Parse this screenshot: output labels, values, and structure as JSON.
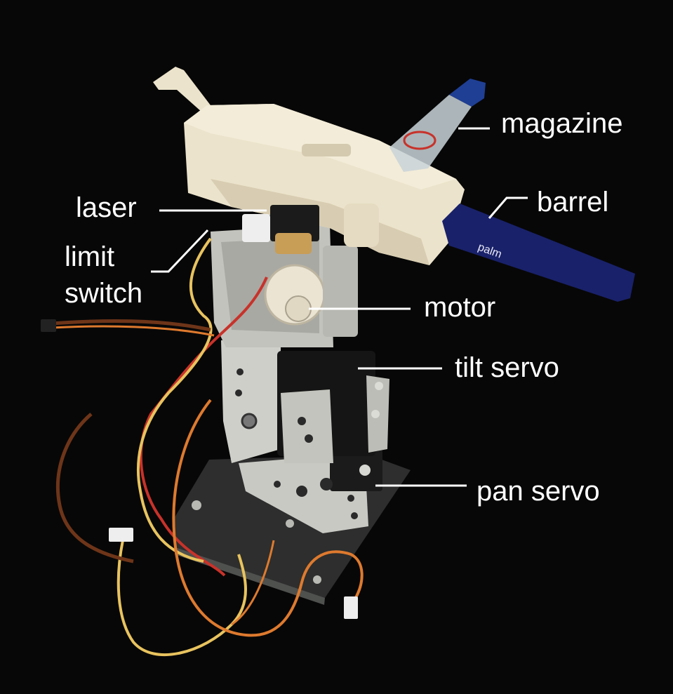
{
  "labels": {
    "magazine": "magazine",
    "barrel": "barrel",
    "laser": "laser",
    "limit_switch_line1": "limit",
    "limit_switch_line2": "switch",
    "motor": "motor",
    "tilt_servo": "tilt servo",
    "pan_servo": "pan servo"
  },
  "barrel_print": "palm",
  "colors": {
    "background": "#070707",
    "label_text": "#ffffff",
    "leader_line": "#ffffff",
    "housing": "#ece3cc",
    "aluminum": "#c9c9c4",
    "servo_body": "#151515",
    "acrylic_base": "#8f948f",
    "barrel": "#19216a",
    "magazine_cap": "#1f3f95",
    "wire_red": "#c8322a",
    "wire_yellow": "#e8c35e",
    "wire_brown": "#6e3519",
    "wire_orange": "#de7a2e",
    "laser_pcb": "#1b1b1b",
    "laser_brass": "#c89d56"
  }
}
